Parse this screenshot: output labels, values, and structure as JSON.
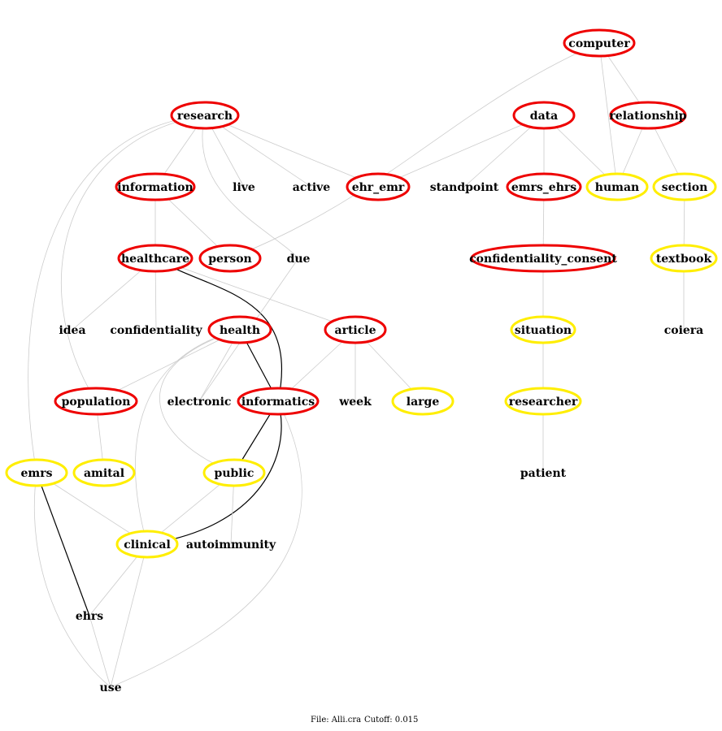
{
  "colors": {
    "red": "#ee0000",
    "yellow": "#ffee00",
    "strong_edge": "#000000",
    "weak_edge": "#cccccc"
  },
  "nodes": [
    {
      "id": "computer",
      "label": "computer",
      "ring": "red"
    },
    {
      "id": "research",
      "label": "research",
      "ring": "red"
    },
    {
      "id": "data",
      "label": "data",
      "ring": "red"
    },
    {
      "id": "relationship",
      "label": "relationship",
      "ring": "red"
    },
    {
      "id": "information",
      "label": "information",
      "ring": "red"
    },
    {
      "id": "live",
      "label": "live",
      "ring": "none"
    },
    {
      "id": "active",
      "label": "active",
      "ring": "none"
    },
    {
      "id": "ehr_emr",
      "label": "ehr_emr",
      "ring": "red"
    },
    {
      "id": "standpoint",
      "label": "standpoint",
      "ring": "none"
    },
    {
      "id": "emrs_ehrs",
      "label": "emrs_ehrs",
      "ring": "red"
    },
    {
      "id": "human",
      "label": "human",
      "ring": "yellow"
    },
    {
      "id": "section",
      "label": "section",
      "ring": "yellow"
    },
    {
      "id": "healthcare",
      "label": "healthcare",
      "ring": "red"
    },
    {
      "id": "person",
      "label": "person",
      "ring": "red"
    },
    {
      "id": "due",
      "label": "due",
      "ring": "none"
    },
    {
      "id": "confidentiality_consent",
      "label": "confidentiality_consent",
      "ring": "red"
    },
    {
      "id": "textbook",
      "label": "textbook",
      "ring": "yellow"
    },
    {
      "id": "idea",
      "label": "idea",
      "ring": "none"
    },
    {
      "id": "confidentiality",
      "label": "confidentiality",
      "ring": "none"
    },
    {
      "id": "health",
      "label": "health",
      "ring": "red"
    },
    {
      "id": "article",
      "label": "article",
      "ring": "red"
    },
    {
      "id": "situation",
      "label": "situation",
      "ring": "yellow"
    },
    {
      "id": "coiera",
      "label": "coiera",
      "ring": "none"
    },
    {
      "id": "population",
      "label": "population",
      "ring": "red"
    },
    {
      "id": "electronic",
      "label": "electronic",
      "ring": "none"
    },
    {
      "id": "informatics",
      "label": "informatics",
      "ring": "red"
    },
    {
      "id": "week",
      "label": "week",
      "ring": "none"
    },
    {
      "id": "large",
      "label": "large",
      "ring": "yellow"
    },
    {
      "id": "researcher",
      "label": "researcher",
      "ring": "yellow"
    },
    {
      "id": "emrs",
      "label": "emrs",
      "ring": "yellow"
    },
    {
      "id": "amital",
      "label": "amital",
      "ring": "yellow"
    },
    {
      "id": "public",
      "label": "public",
      "ring": "yellow"
    },
    {
      "id": "patient",
      "label": "patient",
      "ring": "none"
    },
    {
      "id": "clinical",
      "label": "clinical",
      "ring": "yellow"
    },
    {
      "id": "autoimmunity",
      "label": "autoimmunity",
      "ring": "none"
    },
    {
      "id": "ehrs",
      "label": "ehrs",
      "ring": "none"
    },
    {
      "id": "use",
      "label": "use",
      "ring": "none"
    }
  ],
  "edges": [
    {
      "from": "computer",
      "to": "relationship",
      "strength": "weak"
    },
    {
      "from": "computer",
      "to": "human",
      "strength": "weak"
    },
    {
      "from": "computer",
      "to": "person",
      "strength": "weak"
    },
    {
      "from": "relationship",
      "to": "human",
      "strength": "weak"
    },
    {
      "from": "relationship",
      "to": "section",
      "strength": "weak"
    },
    {
      "from": "data",
      "to": "human",
      "strength": "weak"
    },
    {
      "from": "data",
      "to": "emrs_ehrs",
      "strength": "weak"
    },
    {
      "from": "data",
      "to": "standpoint",
      "strength": "weak"
    },
    {
      "from": "data",
      "to": "ehr_emr",
      "strength": "weak"
    },
    {
      "from": "research",
      "to": "information",
      "strength": "weak"
    },
    {
      "from": "research",
      "to": "live",
      "strength": "weak"
    },
    {
      "from": "research",
      "to": "active",
      "strength": "weak"
    },
    {
      "from": "research",
      "to": "ehr_emr",
      "strength": "weak"
    },
    {
      "from": "research",
      "to": "due",
      "strength": "weak"
    },
    {
      "from": "research",
      "to": "population",
      "strength": "weak"
    },
    {
      "from": "research",
      "to": "emrs",
      "strength": "weak"
    },
    {
      "from": "information",
      "to": "healthcare",
      "strength": "weak"
    },
    {
      "from": "information",
      "to": "person",
      "strength": "weak"
    },
    {
      "from": "emrs_ehrs",
      "to": "confidentiality_consent",
      "strength": "weak"
    },
    {
      "from": "section",
      "to": "textbook",
      "strength": "weak"
    },
    {
      "from": "healthcare",
      "to": "idea",
      "strength": "weak"
    },
    {
      "from": "healthcare",
      "to": "confidentiality",
      "strength": "weak"
    },
    {
      "from": "healthcare",
      "to": "article",
      "strength": "weak"
    },
    {
      "from": "healthcare",
      "to": "informatics",
      "strength": "strong"
    },
    {
      "from": "due",
      "to": "electronic",
      "strength": "weak"
    },
    {
      "from": "confidentiality_consent",
      "to": "situation",
      "strength": "weak"
    },
    {
      "from": "textbook",
      "to": "coiera",
      "strength": "weak"
    },
    {
      "from": "health",
      "to": "informatics",
      "strength": "strong"
    },
    {
      "from": "health",
      "to": "electronic",
      "strength": "weak"
    },
    {
      "from": "health",
      "to": "population",
      "strength": "weak"
    },
    {
      "from": "health",
      "to": "public",
      "strength": "weak"
    },
    {
      "from": "health",
      "to": "clinical",
      "strength": "weak"
    },
    {
      "from": "article",
      "to": "informatics",
      "strength": "weak"
    },
    {
      "from": "article",
      "to": "week",
      "strength": "weak"
    },
    {
      "from": "article",
      "to": "large",
      "strength": "weak"
    },
    {
      "from": "situation",
      "to": "researcher",
      "strength": "weak"
    },
    {
      "from": "researcher",
      "to": "patient",
      "strength": "weak"
    },
    {
      "from": "population",
      "to": "amital",
      "strength": "weak"
    },
    {
      "from": "informatics",
      "to": "public",
      "strength": "strong"
    },
    {
      "from": "informatics",
      "to": "clinical",
      "strength": "strong"
    },
    {
      "from": "informatics",
      "to": "use",
      "strength": "weak"
    },
    {
      "from": "public",
      "to": "autoimmunity",
      "strength": "weak"
    },
    {
      "from": "public",
      "to": "clinical",
      "strength": "weak"
    },
    {
      "from": "emrs",
      "to": "clinical",
      "strength": "weak"
    },
    {
      "from": "emrs",
      "to": "ehrs",
      "strength": "strong"
    },
    {
      "from": "emrs",
      "to": "use",
      "strength": "weak"
    },
    {
      "from": "clinical",
      "to": "ehrs",
      "strength": "weak"
    },
    {
      "from": "clinical",
      "to": "use",
      "strength": "weak"
    },
    {
      "from": "ehrs",
      "to": "use",
      "strength": "weak"
    }
  ],
  "footer": {
    "file_label": "File: Alli.cra",
    "cutoff_label": "Cutoff: 0.015"
  }
}
